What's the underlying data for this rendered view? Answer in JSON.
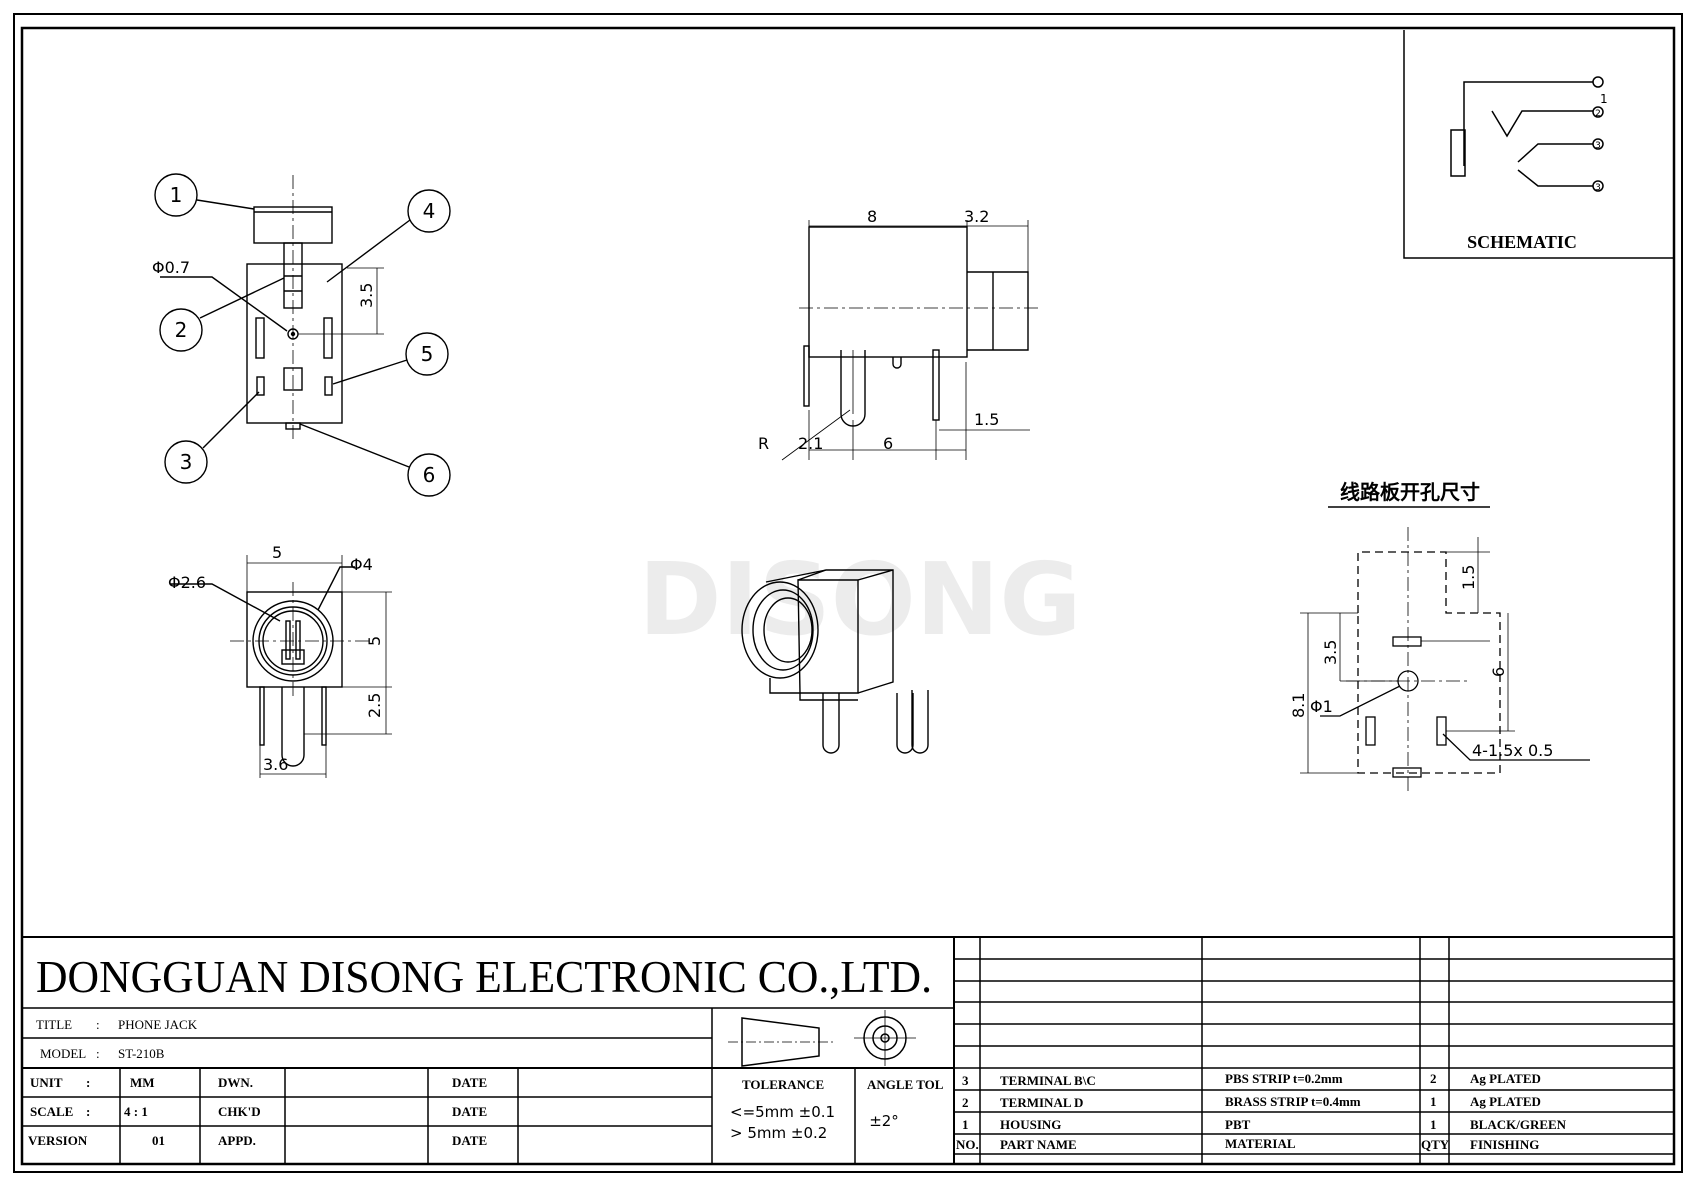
{
  "company": "DONGGUAN DISONG ELECTRONIC CO.,LTD.",
  "watermark": "DISONG",
  "title_label": "TITLE",
  "title_value": "PHONE JACK",
  "model_label": "MODEL",
  "model_value": "ST-210B",
  "sep": ":",
  "unit_label": "UNIT",
  "unit_value": "MM",
  "scale_label": "SCALE",
  "scale_value": "4 : 1",
  "version_label": "VERSION",
  "version_value": "01",
  "dwn": "DWN.",
  "chkd": "CHK'D",
  "appd": "APPD.",
  "date": "DATE",
  "tolerance_label": "TOLERANCE",
  "tol1": "<=5mm  ±0.1",
  "tol2": ">  5mm  ±0.2",
  "angle_label": "ANGLE TOL",
  "angle_value": "±2°",
  "schematic_label": "SCHEMATIC",
  "pcb_title": "线路板开孔尺寸",
  "callouts": [
    "1",
    "2",
    "3",
    "4",
    "5",
    "6"
  ],
  "schem_pins": [
    "1",
    "2",
    "3",
    "3"
  ],
  "dims": {
    "phi07": "Φ0.7",
    "d35a": "3.5",
    "d8": "8",
    "d32": "3.2",
    "d15a": "1.5",
    "r": "R",
    "d21": "2.1",
    "d6a": "6",
    "d5a": "5",
    "phi4": "Φ4",
    "phi26": "Φ2.6",
    "d5b": "5",
    "d25": "2.5",
    "d36": "3.6",
    "d15b": "1.5",
    "d35b": "3.5",
    "d6b": "6",
    "d81": "8.1",
    "phi1": "Φ1",
    "slot": "4-1.5x 0.5"
  },
  "bom": {
    "headers": [
      "NO.",
      "PART  NAME",
      "MATERIAL",
      "QTY",
      "FINISHING"
    ],
    "rows": [
      [
        "3",
        "TERMINAL B\\C",
        "PBS STRIP   t=0.2mm",
        "2",
        "Ag PLATED"
      ],
      [
        "2",
        "TERMINAL D",
        "BRASS STRIP  t=0.4mm",
        "1",
        "Ag PLATED"
      ],
      [
        "1",
        "HOUSING",
        "PBT",
        "1",
        "BLACK/GREEN"
      ]
    ]
  }
}
